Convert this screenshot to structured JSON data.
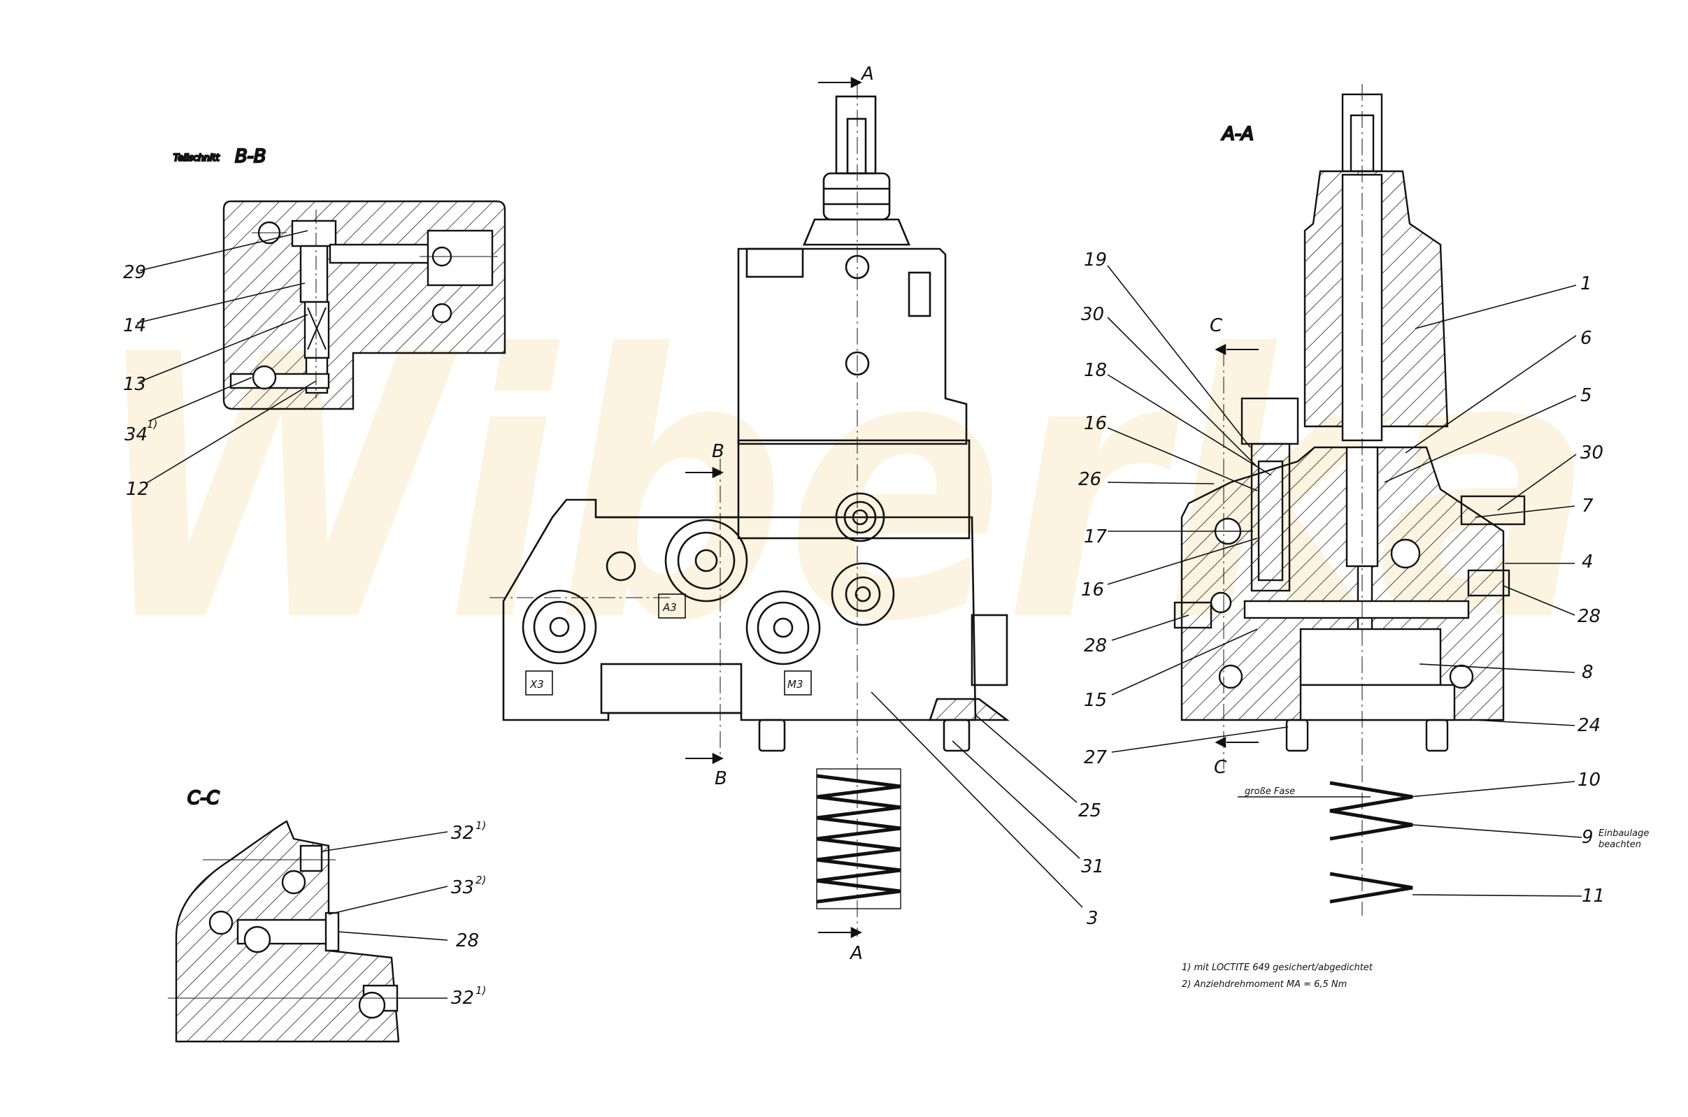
{
  "watermark": "Wiberka",
  "sections": {
    "bb": "B-B",
    "bb_prefix": "Teilschnitt",
    "aa": "A-A",
    "cc": "C-C"
  },
  "cut_markers": {
    "a_top": "A",
    "a_bottom": "A",
    "b_top": "B",
    "b_bottom": "B",
    "c_top": "C",
    "c_bottom": "C"
  },
  "port_labels": {
    "a3": "A3",
    "x3": "X3",
    "m3": "M3"
  },
  "callouts": {
    "bb": [
      "29",
      "14",
      "13",
      "34",
      "12"
    ],
    "bb_superscripts": {
      "34": "1)"
    },
    "main": [
      "25",
      "31",
      "3"
    ],
    "aa_left": [
      "19",
      "30",
      "18",
      "16",
      "26",
      "17",
      "16",
      "28",
      "15",
      "27"
    ],
    "aa_right": [
      "1",
      "6",
      "5",
      "30",
      "7",
      "4",
      "28",
      "8",
      "24",
      "10",
      "9",
      "11"
    ],
    "cc": [
      "32",
      "33",
      "28",
      "32"
    ],
    "cc_superscripts": [
      "1)",
      "2)",
      "1)"
    ]
  },
  "annotations": {
    "grosse_fase": "große Fase",
    "einbaulage_1": "Einbaulage",
    "einbaulage_2": "beachten"
  },
  "footnotes": [
    "1) mit LOCTITE 649 gesichert/abgedichtet",
    "2) Anziehdrehmoment MA = 6,5 Nm"
  ]
}
